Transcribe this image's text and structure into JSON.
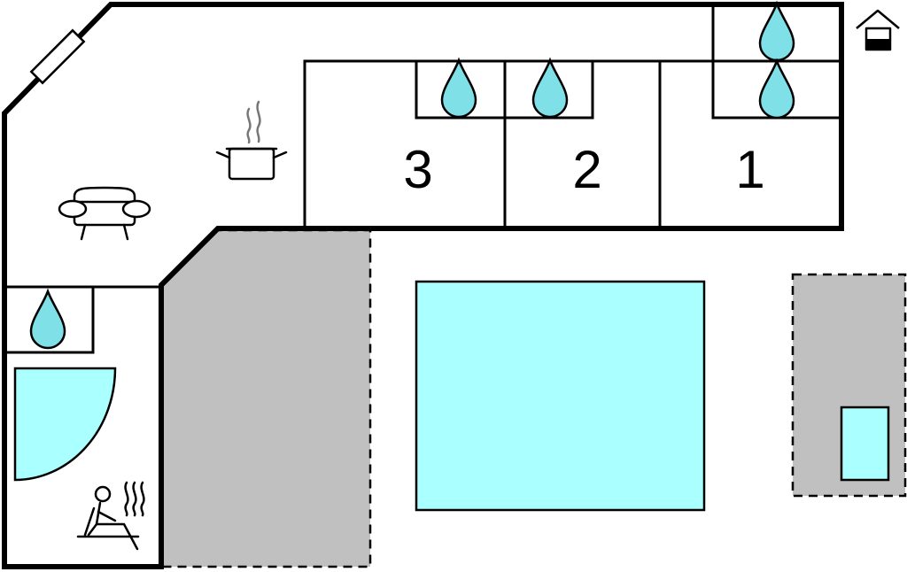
{
  "colors": {
    "wall": "#000000",
    "floor": "#ffffff",
    "terrace": "#c0c0c0",
    "water": "#aaffff",
    "drop": "#80e0e8",
    "steam": "#777777"
  },
  "rooms": [
    {
      "number": "3",
      "kind": "bedroom"
    },
    {
      "number": "2",
      "kind": "bedroom"
    },
    {
      "number": "1",
      "kind": "bedroom"
    }
  ],
  "icons": [
    "building-entrance-icon",
    "kitchen-pot-icon",
    "sofa-icon",
    "water-drop-icon",
    "sauna-icon",
    "pool",
    "hot-tub"
  ]
}
